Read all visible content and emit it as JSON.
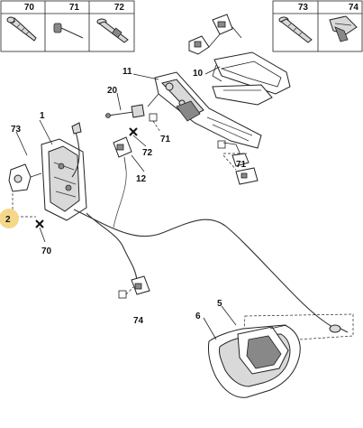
{
  "header_boxes": {
    "left": [
      "70",
      "71",
      "72"
    ],
    "right": [
      "73",
      "74"
    ]
  },
  "callouts": {
    "p1": "1",
    "p2": "2",
    "p5": "5",
    "p6": "6",
    "p10": "10",
    "p11": "11",
    "p12": "12",
    "p20": "20",
    "p70": "70",
    "p71": "71",
    "p72": "72",
    "p73": "73",
    "p74": "74"
  },
  "highlight_color": "#f5d78a"
}
